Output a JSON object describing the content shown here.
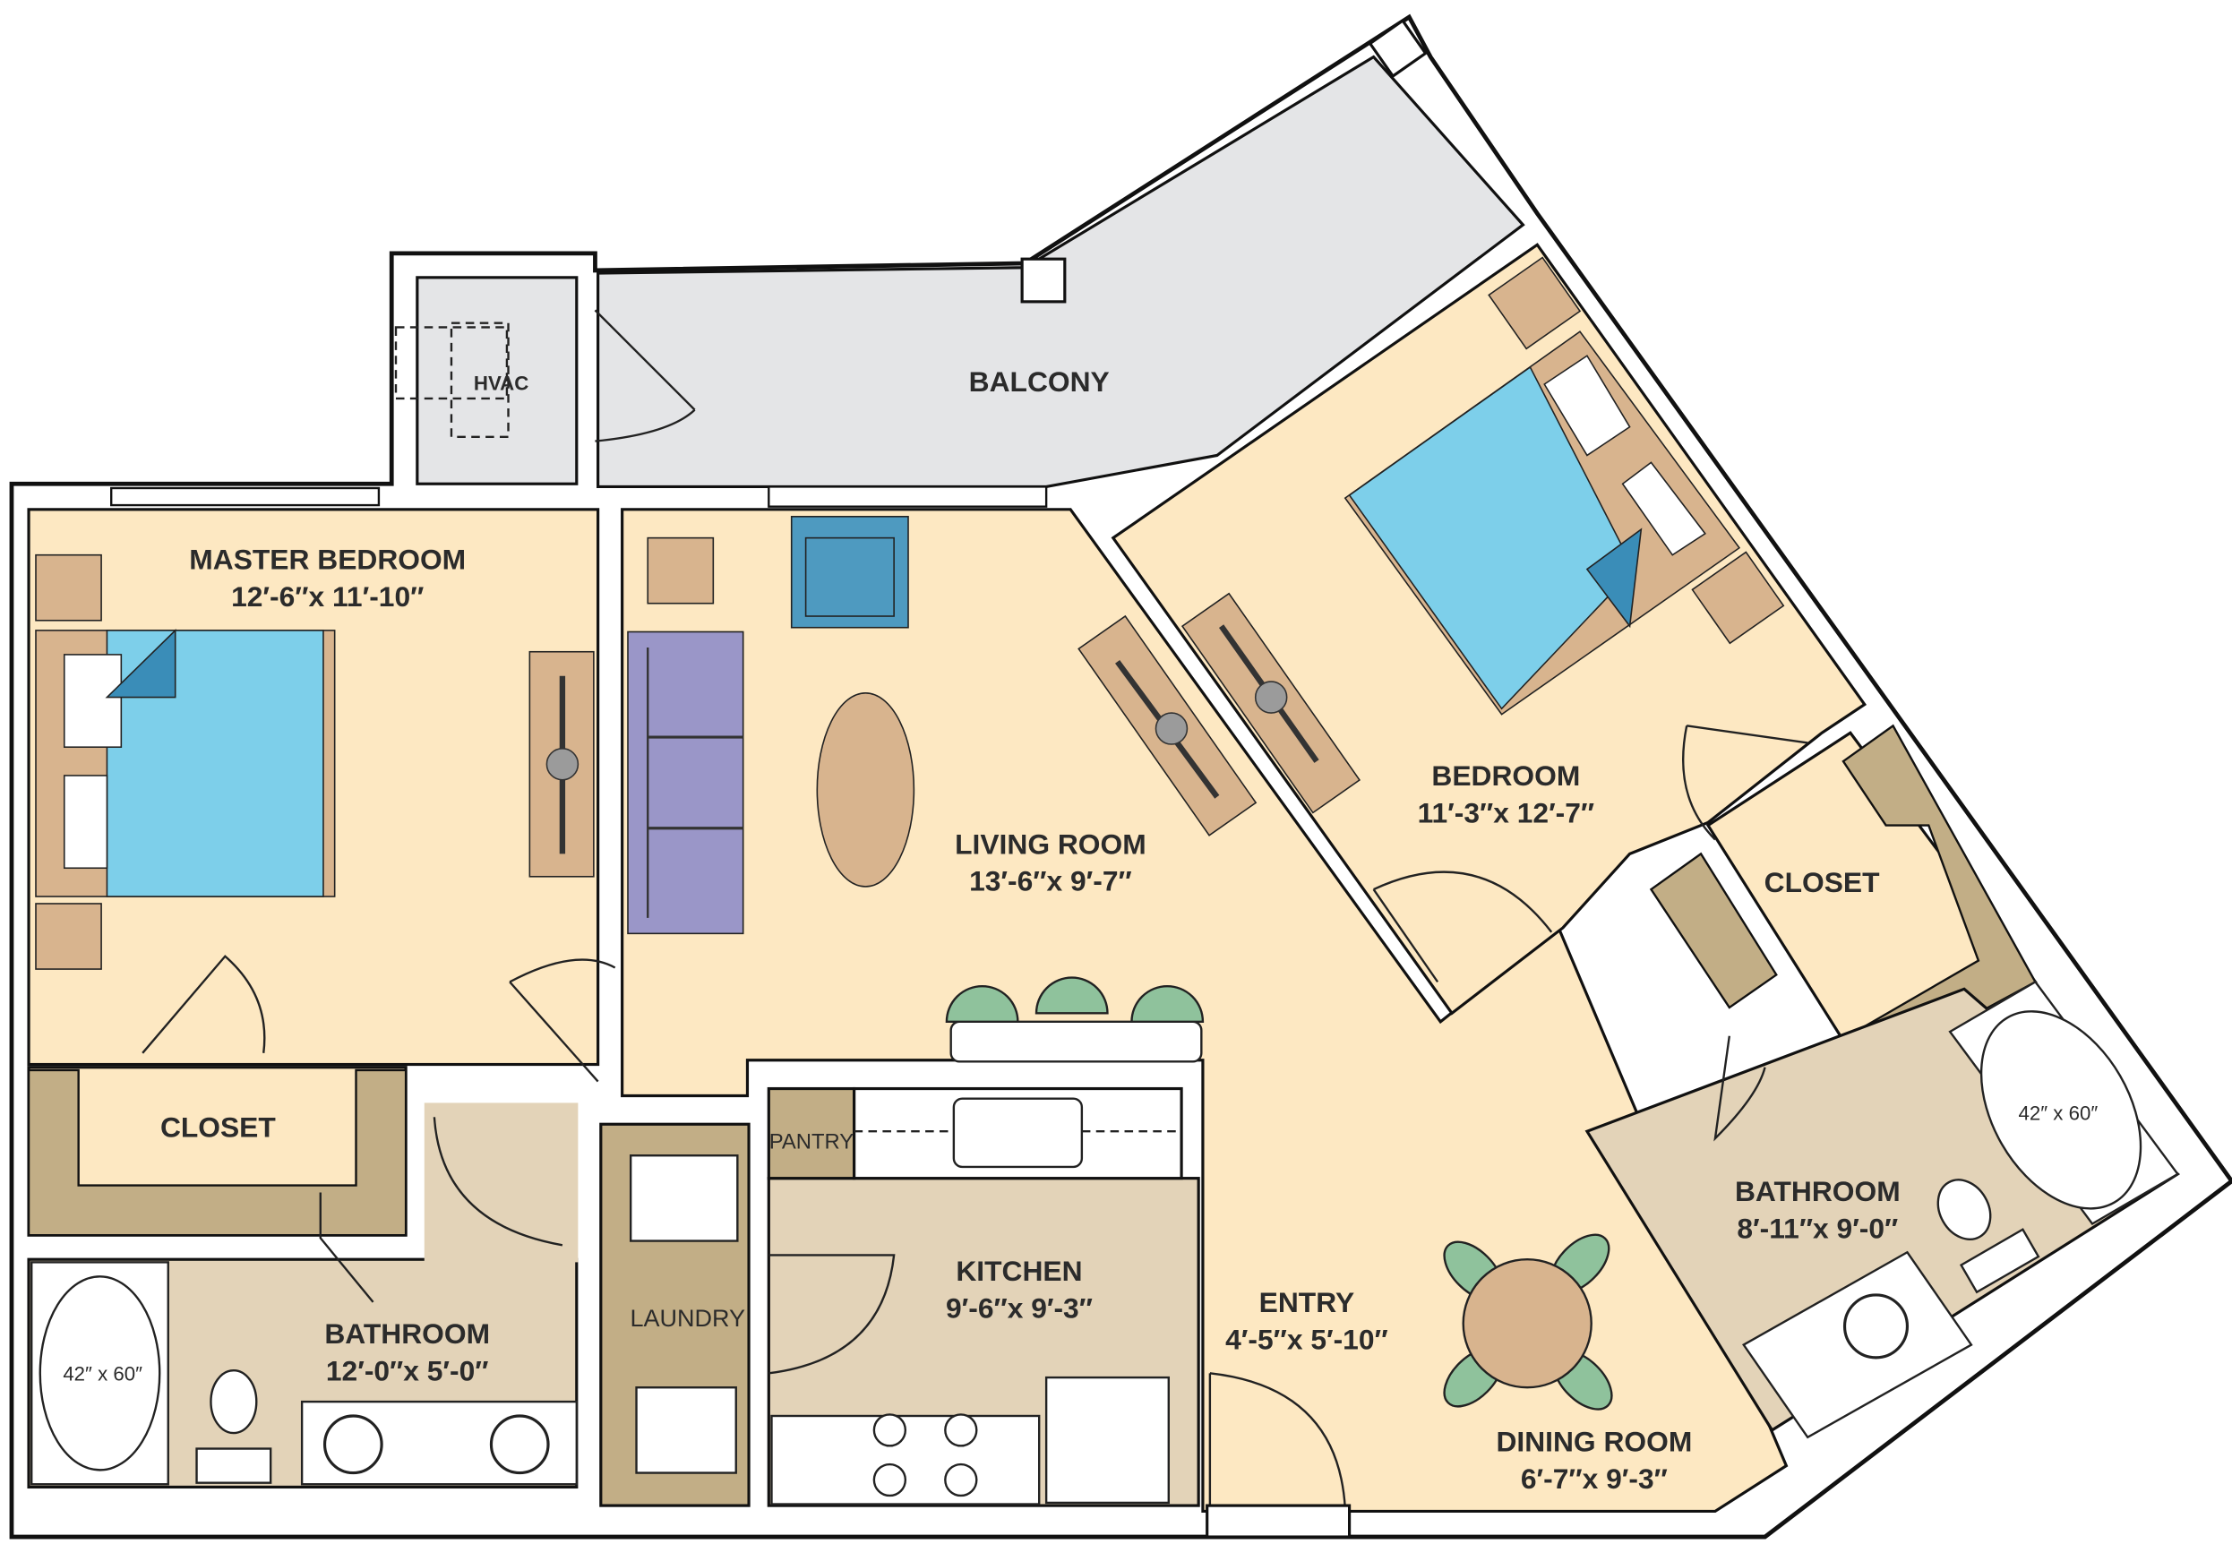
{
  "colors": {
    "floor": "#FDE8C2",
    "balcony": "#E4E5E7",
    "tile": "#E3D3B8",
    "closet_shelf": "#C2AE86",
    "bed": "#7DCFEA",
    "bed_fold": "#3A8DB8",
    "sofa": "#9A96C8",
    "armchair": "#4E9AC0",
    "wood_furniture": "#D8B48E",
    "dining_chair": "#8FC29C",
    "wall": "#111111"
  },
  "rooms": {
    "balcony": {
      "name": "BALCONY"
    },
    "hvac": {
      "name": "HVAC"
    },
    "master_bedroom": {
      "name": "MASTER BEDROOM",
      "size": "12′-6″x 11′-10″"
    },
    "living_room": {
      "name": "LIVING ROOM",
      "size": "13′-6″x 9′-7″"
    },
    "bedroom": {
      "name": "BEDROOM",
      "size": "11′-3″x 12′-7″"
    },
    "bedroom_closet": {
      "name": "CLOSET"
    },
    "master_closet": {
      "name": "CLOSET"
    },
    "master_bathroom": {
      "name": "BATHROOM",
      "size": "12′-0″x 5′-0″",
      "tub": "42″ x 60″"
    },
    "bathroom": {
      "name": "BATHROOM",
      "size": "8′-11″x 9′-0″",
      "tub": "42″ x 60″"
    },
    "pantry": {
      "name": "PANTRY"
    },
    "laundry": {
      "name": "LAUNDRY"
    },
    "kitchen": {
      "name": "KITCHEN",
      "size": "9′-6″x 9′-3″"
    },
    "entry": {
      "name": "ENTRY",
      "size": "4′-5″x 5′-10″"
    },
    "dining_room": {
      "name": "DINING ROOM",
      "size": "6′-7″x 9′-3″"
    }
  }
}
